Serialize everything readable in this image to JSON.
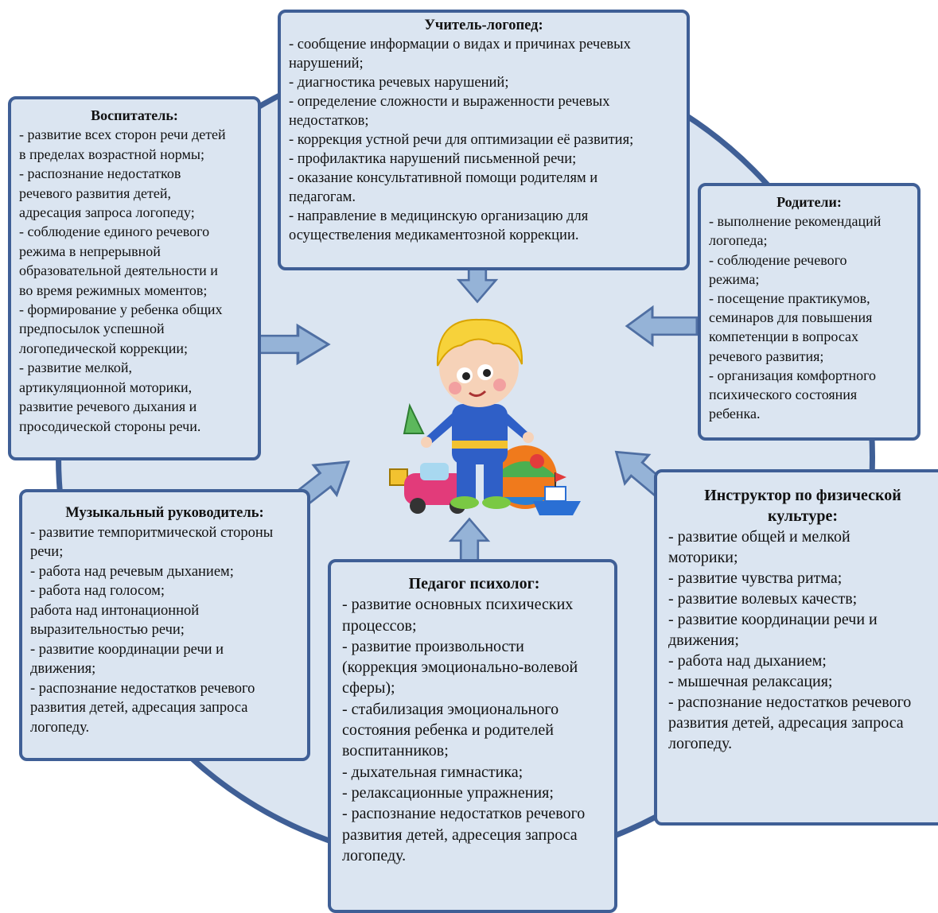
{
  "teacher": {
    "title": "Учитель-логопед:",
    "lines": [
      "- сообщение информации о видах и причинах речевых",
      "нарушений;",
      "- диагностика речевых нарушений;",
      "- определение сложности и выраженности речевых",
      "недостатков;",
      "- коррекция устной речи для оптимизации её развития;",
      "- профилактика нарушений письменной речи;",
      "- оказание консультативной помощи родителям и",
      "педагогам.",
      "- направление в медицинскую организацию для",
      "осуществеления медикаментозной коррекции."
    ]
  },
  "educator": {
    "title": "Воспитатель:",
    "lines": [
      "- развитие всех сторон речи детей",
      "в пределах возрастной нормы;",
      "- распознание недостатков",
      "речевого развития детей,",
      "адресация запроса логопеду;",
      "- соблюдение единого речевого",
      "режима в непрерывной",
      "образовательной деятельности и",
      "во время режимных моментов;",
      "- формирование у ребенка общих",
      "предпосылок успешной",
      "логопедической коррекции;",
      "- развитие мелкой,",
      "артикуляционной моторики,",
      "развитие речевого дыхания и",
      "просодической стороны речи."
    ]
  },
  "parents": {
    "title": "Родители:",
    "lines": [
      "- выполнение рекомендаций",
      "логопеда;",
      "- соблюдение речевого",
      "режима;",
      "- посещение практикумов,",
      "семинаров для повышения",
      "компетенции в вопросах",
      "речевого развития;",
      "- организация комфортного",
      "психического состояния",
      "ребенка."
    ]
  },
  "music": {
    "title": "Музыкальный руководитель:",
    "lines": [
      "- развитие темпоритмической стороны",
      "речи;",
      "- работа над речевым дыханием;",
      "- работа над голосом;",
      "работа над интонационной",
      "выразительностью речи;",
      "- развитие координации речи и",
      "движения;",
      "- распознание недостатков речевого",
      "развития детей, адресация запроса",
      "логопеду."
    ]
  },
  "psych": {
    "title": "Педагог психолог:",
    "lines": [
      "- развитие основных психических",
      "процессов;",
      "- развитие произвольности",
      "(коррекция эмоционально-волевой",
      "сферы);",
      "- стабилизация эмоционального",
      "состояния ребенка и родителей",
      "воспитанников;",
      "- дыхательная гимнастика;",
      "- релаксационные упражнения;",
      "- распознание недостатков речевого",
      "развития детей, адресеция запроса",
      "логопеду."
    ]
  },
  "sport": {
    "title": "Инструктор по физической культуре:",
    "lines": [
      "- развитие общей и мелкой",
      "моторики;",
      "- развитие чувства ритма;",
      "- развитие волевых качеств;",
      "- развитие координации речи и",
      "движения;",
      "- работа над дыханием;",
      "- мышечная релаксация;",
      "- распознание недостатков речевого",
      "развития детей, адресация запроса",
      "логопеду."
    ]
  },
  "colors": {
    "box_fill": "#dbe5f1",
    "border": "#3f5f96",
    "arrow_fill": "#95b3d7",
    "arrow_stroke": "#4f6fa3"
  }
}
